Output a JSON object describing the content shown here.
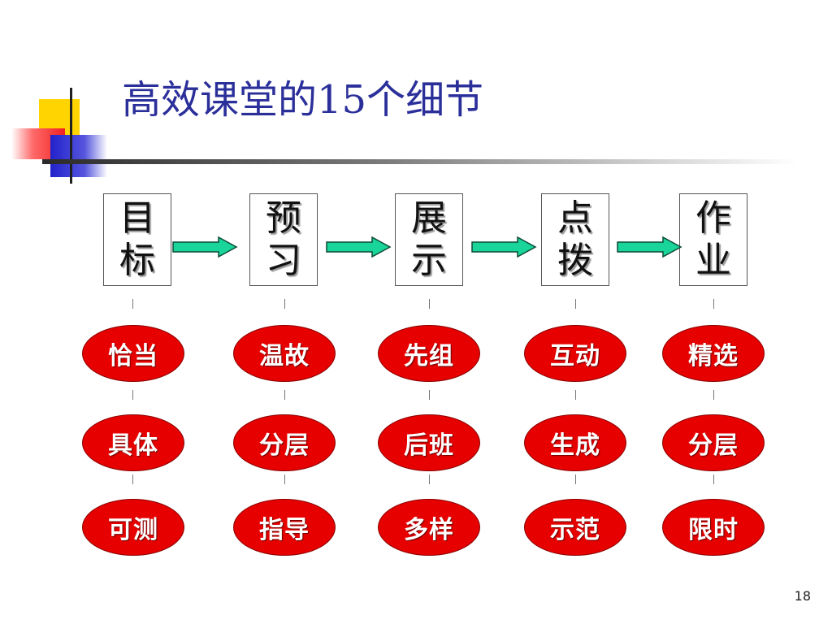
{
  "title": "高效课堂的15个细节",
  "page_number": "18",
  "colors": {
    "title": "#2b2f9a",
    "oval_fill": "#e60000",
    "arrow_fill": "#19d59a"
  },
  "steps": [
    {
      "line1": "目",
      "line2": "标",
      "details": [
        "恰当",
        "具体",
        "可测"
      ]
    },
    {
      "line1": "预",
      "line2": "习",
      "details": [
        "温故",
        "分层",
        "指导"
      ]
    },
    {
      "line1": "展",
      "line2": "示",
      "details": [
        "先组",
        "后班",
        "多样"
      ]
    },
    {
      "line1": "点",
      "line2": "拨",
      "details": [
        "互动",
        "生成",
        "示范"
      ]
    },
    {
      "line1": "作",
      "line2": "业",
      "details": [
        "精选",
        "分层",
        "限时"
      ]
    }
  ]
}
